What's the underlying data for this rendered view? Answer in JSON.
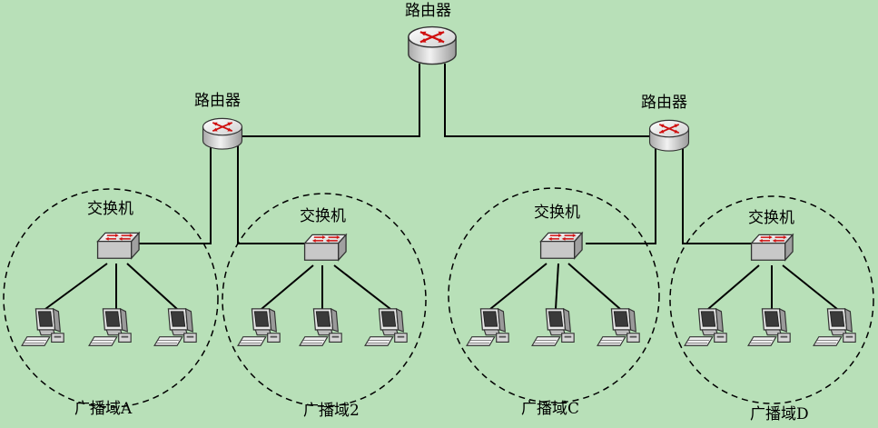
{
  "diagram": {
    "routers": {
      "top": {
        "label": "路由器"
      },
      "left": {
        "label": "路由器"
      },
      "right": {
        "label": "路由器"
      }
    },
    "switches": [
      {
        "label": "交换机"
      },
      {
        "label": "交换机"
      },
      {
        "label": "交换机"
      },
      {
        "label": "交换机"
      }
    ],
    "domains": [
      {
        "label": "广播域A"
      },
      {
        "label": "广播域2"
      },
      {
        "label": "广播域C"
      },
      {
        "label": "广播域D"
      }
    ],
    "computers_per_domain": 3,
    "colors": {
      "background": "#b8e0b8",
      "device_body": "#d8d8d8",
      "arrow": "#d01010",
      "line": "#000000"
    }
  }
}
